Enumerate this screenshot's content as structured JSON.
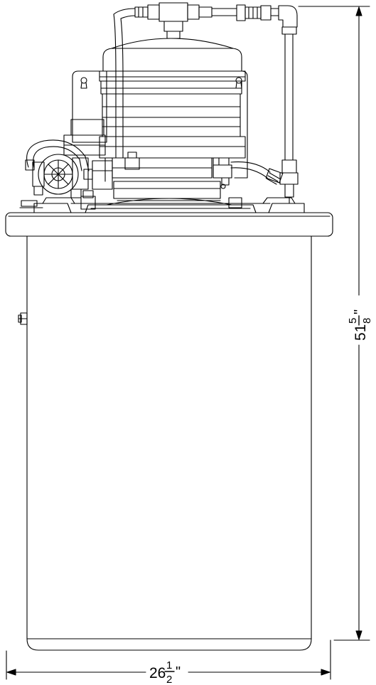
{
  "dimensions": {
    "width": {
      "whole": "26",
      "num": "1",
      "den": "2",
      "unit": "\""
    },
    "height": {
      "whole": "51",
      "num": "5",
      "den": "8",
      "unit": "\""
    }
  },
  "colors": {
    "line": "#000000",
    "background": "#ffffff"
  }
}
